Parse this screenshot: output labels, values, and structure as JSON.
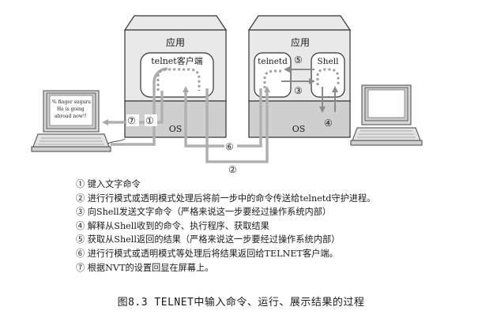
{
  "hosts": {
    "left": {
      "app_label": "应用",
      "process_label": "telnet客户端",
      "os_label": "OS"
    },
    "right": {
      "app_label": "应用",
      "daemon_label": "telnetd",
      "shell_label": "Shell",
      "os_label": "OS"
    }
  },
  "screen_text": [
    "% finger suguru",
    "He is going",
    "abroad now!!"
  ],
  "step_markers": {
    "m1": "①",
    "m2": "②",
    "m3": "③",
    "m4": "④",
    "m5": "⑤",
    "m6": "⑥",
    "m7": "⑦"
  },
  "legend": [
    "① 键入文字命令",
    "② 进行行模式或透明模式处理后将前一步中的命令传送给telnetd守护进程。",
    "③ 向Shell发送文字命令（严格来说这一步要经过操作系统内部）",
    "④ 解释从Shell收到的命令、执行程序、获取结果",
    "⑤ 获取从Shell返回的结果（严格来说这一步要经过操作系统内部）",
    "⑥ 进行行模式或透明模式等处理后将结果返回给TELNET客户端。",
    "⑦ 根据NVT的设置回显在屏幕上。"
  ],
  "caption": "图8.3  TELNET中输入命令、运行、展示结果的过程"
}
